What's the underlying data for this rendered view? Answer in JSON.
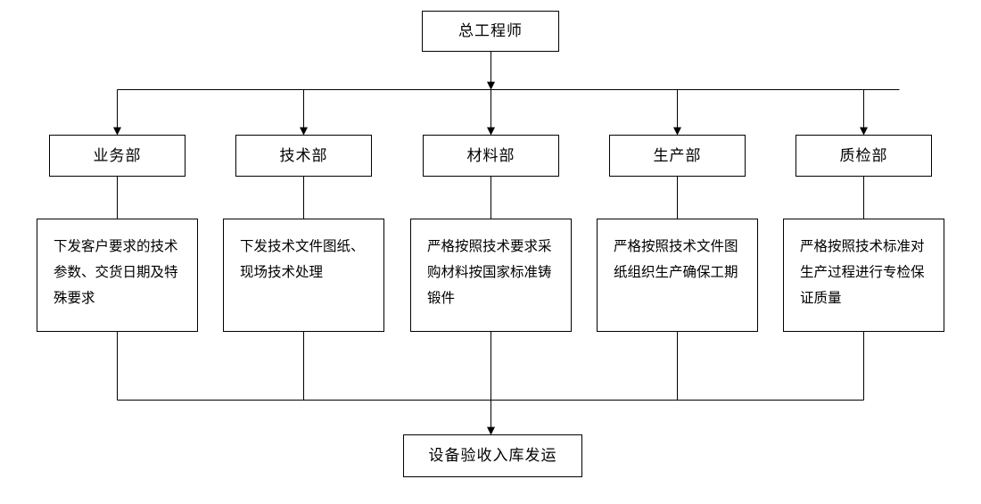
{
  "diagram": {
    "title_node": {
      "id": "chief-engineer",
      "label": "总工程师"
    },
    "departments": [
      {
        "id": "business",
        "label": "业务部"
      },
      {
        "id": "technical",
        "label": "技术部"
      },
      {
        "id": "materials",
        "label": "材料部"
      },
      {
        "id": "production",
        "label": "生产部"
      },
      {
        "id": "quality",
        "label": "质检部"
      }
    ],
    "responsibilities": [
      {
        "id": "business-duty",
        "label": "下发客户要求的技术参数、交货日期及特殊要求"
      },
      {
        "id": "technical-duty",
        "label": "下发技术文件图纸、现场技术处理"
      },
      {
        "id": "materials-duty",
        "label": "严格按照技术要求采购材料按国家标准铸锻件"
      },
      {
        "id": "production-duty",
        "label": "严格按照技术文件图纸组织生产确保工期"
      },
      {
        "id": "quality-duty",
        "label": "严格按照技术标准对生产过程进行专检保证质量"
      }
    ],
    "final_node": {
      "id": "acceptance",
      "label": "设备验收入库发运"
    },
    "style": {
      "line_color": "#000000",
      "box_border_color": "#000000",
      "box_fill": "#ffffff",
      "text_color": "#000000",
      "background": "#ffffff"
    }
  }
}
